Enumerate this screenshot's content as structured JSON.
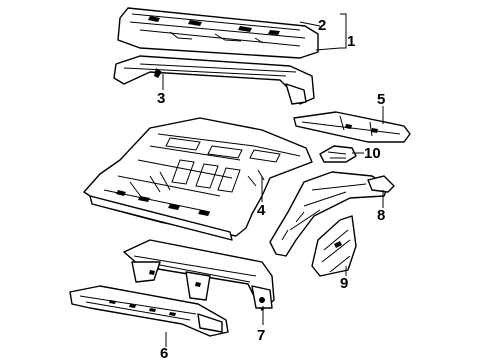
{
  "callouts": [
    "1",
    "2",
    "3",
    "4",
    "5",
    "6",
    "7",
    "8",
    "9",
    "10"
  ]
}
